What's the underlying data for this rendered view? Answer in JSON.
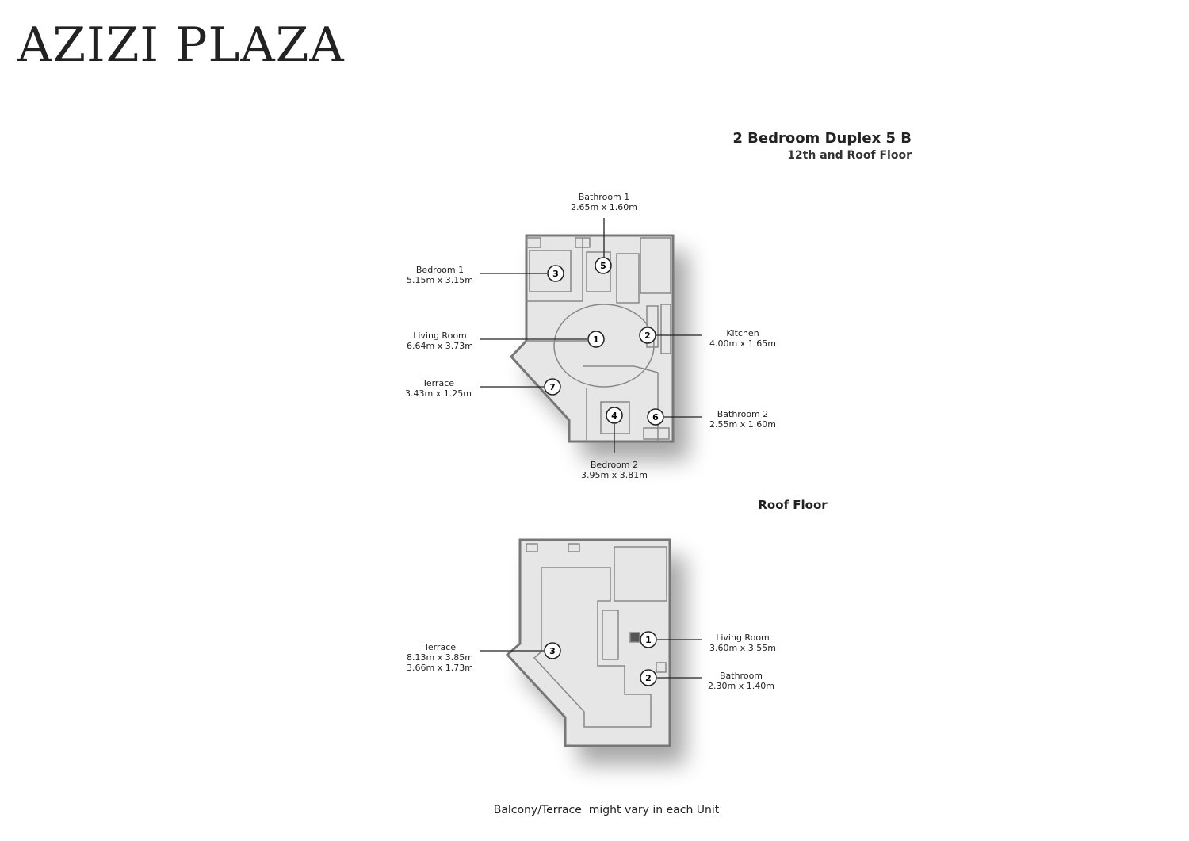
{
  "brand": "AZIZI PLAZA",
  "unit": {
    "title": "2 Bedroom Duplex 5 B",
    "subtitle": "12th and Roof Floor"
  },
  "lower_floor": {
    "rooms": [
      {
        "num": "1",
        "name": "Living Room",
        "size": "6.64m x 3.73m"
      },
      {
        "num": "2",
        "name": "Kitchen",
        "size": "4.00m x 1.65m"
      },
      {
        "num": "3",
        "name": "Bedroom 1",
        "size": "5.15m x 3.15m"
      },
      {
        "num": "4",
        "name": "Bedroom 2",
        "size": "3.95m x 3.81m"
      },
      {
        "num": "5",
        "name": "Bathroom 1",
        "size": "2.65m x 1.60m"
      },
      {
        "num": "6",
        "name": "Bathroom 2",
        "size": "2.55m x 1.60m"
      },
      {
        "num": "7",
        "name": "Terrace",
        "size": "3.43m x 1.25m"
      }
    ]
  },
  "roof_floor": {
    "title": "Roof Floor",
    "rooms": [
      {
        "num": "1",
        "name": "Living Room",
        "size": "3.60m x 3.55m"
      },
      {
        "num": "2",
        "name": "Bathroom",
        "size": "2.30m x 1.40m"
      },
      {
        "num": "3",
        "name": "Terrace",
        "size": "8.13m x 3.85m",
        "size2": "3.66m x 1.73m"
      }
    ]
  },
  "note": "Balcony/Terrace  might vary in each Unit",
  "colors": {
    "floor": "#e6e6e6",
    "wall": "#777777",
    "text": "#222222"
  }
}
